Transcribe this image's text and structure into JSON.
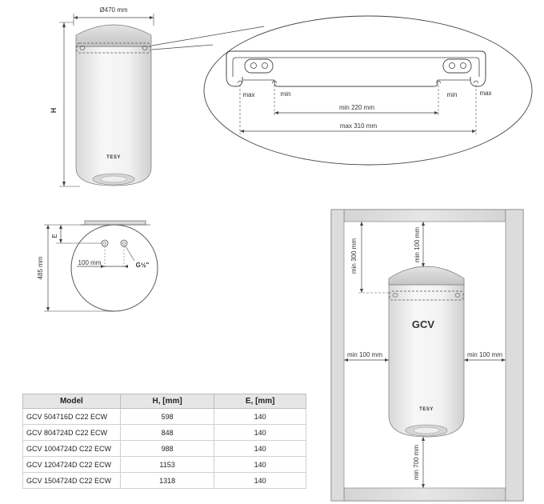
{
  "front_view": {
    "diameter_label": "Ø470 mm",
    "height_label": "H",
    "brand": "TESY"
  },
  "detail_view": {
    "max_left": "max",
    "min_left": "min",
    "min_right": "min",
    "max_right": "max",
    "min_span": "min 220 mm",
    "max_span": "max 310 mm"
  },
  "side_view": {
    "e_label": "E",
    "height_label": "485 mm",
    "pipe_spacing": "100 mm",
    "thread": "G½\""
  },
  "installation_view": {
    "model_text": "GCV",
    "brand": "TESY",
    "min_top_left": "min 300 mm",
    "min_top_right": "min 100 mm",
    "min_left": "min 100 mm",
    "min_right": "min 100 mm",
    "min_bottom": "min 700 mm"
  },
  "table": {
    "headers": [
      "Model",
      "H, [mm]",
      "E, [mm]"
    ],
    "rows": [
      [
        "GCV 504716D C22 ECW",
        "598",
        "140"
      ],
      [
        "GCV 804724D C22 ECW",
        "848",
        "140"
      ],
      [
        "GCV 1004724D C22 ECW",
        "988",
        "140"
      ],
      [
        "GCV 1204724D C22 ECW",
        "1153",
        "140"
      ],
      [
        "GCV 1504724D C22 ECW",
        "1318",
        "140"
      ]
    ]
  }
}
